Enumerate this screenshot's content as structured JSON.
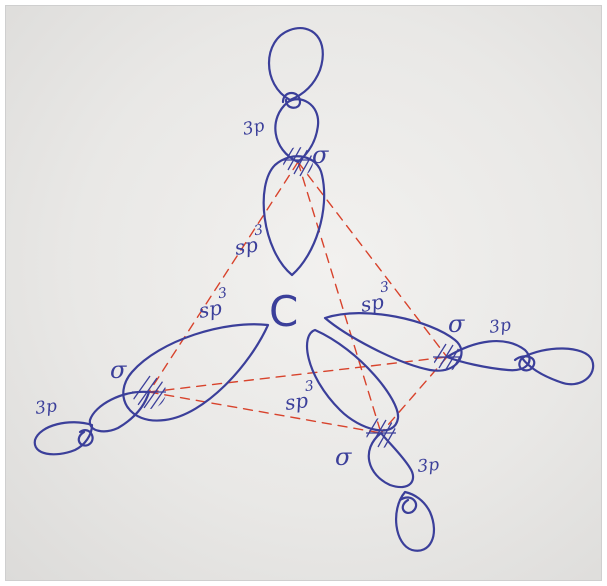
{
  "diagram": {
    "center_label": "C",
    "hybrid_label_base": "sp",
    "hybrid_label_exponent": "3",
    "bond_label": "σ",
    "orbital_label": "3p",
    "colors": {
      "ink": "#3b3f9a",
      "dashes": "#d8432c",
      "paper": "#eeeeec"
    }
  }
}
